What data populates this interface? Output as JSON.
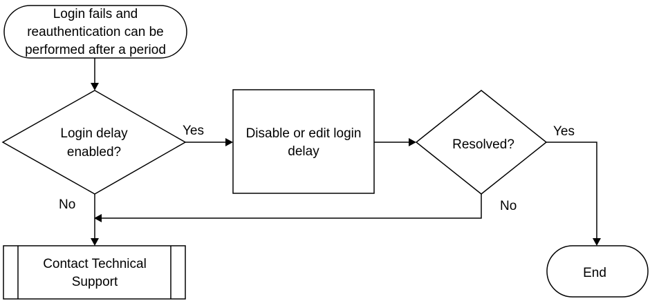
{
  "nodes": {
    "start": {
      "lines": [
        "Login fails and",
        "reauthentication can be",
        "performed after a period"
      ]
    },
    "delay_check": {
      "lines": [
        "Login delay",
        "enabled?"
      ]
    },
    "disable_delay": {
      "lines": [
        "Disable or edit login",
        "delay"
      ]
    },
    "resolved": {
      "lines": [
        "Resolved?"
      ]
    },
    "contact_support": {
      "lines": [
        "Contact Technical",
        "Support"
      ]
    },
    "end": {
      "lines": [
        "End"
      ]
    }
  },
  "edges": {
    "delay_yes": "Yes",
    "delay_no": "No",
    "resolved_yes": "Yes",
    "resolved_no": "No"
  }
}
